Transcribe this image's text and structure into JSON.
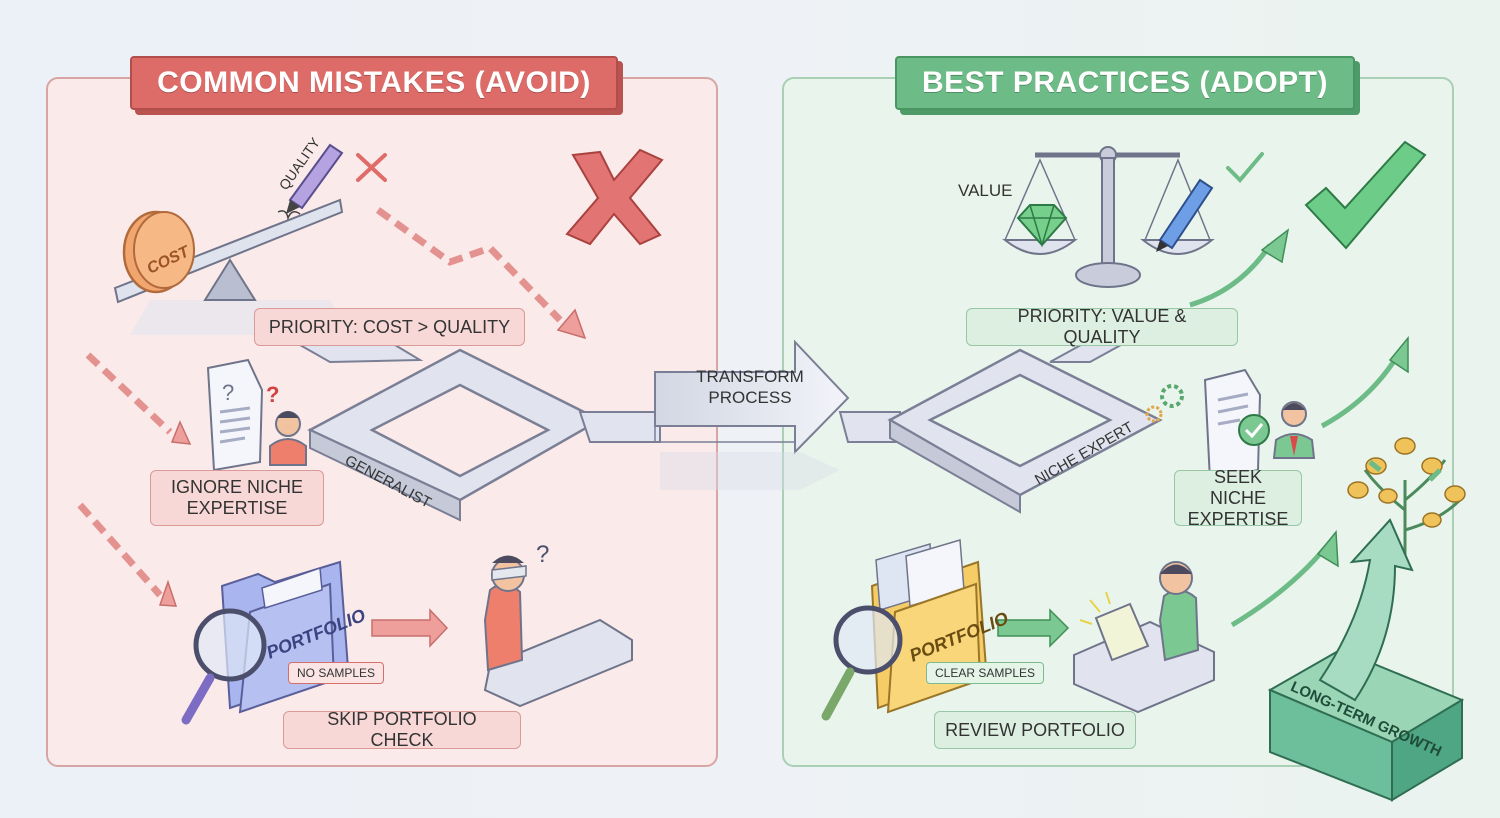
{
  "left_panel": {
    "title": "COMMON MISTAKES (AVOID)",
    "coin_text": "COST",
    "pen_text": "QUALITY",
    "priority_label": "PRIORITY: COST > QUALITY",
    "ignore_label": "IGNORE NICHE EXPERTISE",
    "path_label": "GENERALIST",
    "folder_text": "PORTFOLIO",
    "samples_tag": "NO SAMPLES",
    "skip_label": "SKIP PORTFOLIO CHECK"
  },
  "center": {
    "transform_label": "TRANSFORM PROCESS"
  },
  "right_panel": {
    "title": "BEST PRACTICES (ADOPT)",
    "value_text": "VALUE",
    "priority_label": "PRIORITY: VALUE & QUALITY",
    "seek_label": "SEEK NICHE EXPERTISE",
    "path_label": "NICHE EXPERT",
    "folder_text": "PORTFOLIO",
    "samples_tag": "CLEAR SAMPLES",
    "review_label": "REVIEW PORTFOLIO",
    "growth_text": "LONG-TERM GROWTH"
  },
  "colors": {
    "mistake_red": "#dd6b68",
    "practice_green": "#6dbb86"
  },
  "icons": [
    "seesaw-icon",
    "pen-icon",
    "x-mark-icon",
    "dashed-arrow-icon",
    "document-question-icon",
    "confused-person-icon",
    "magnifier-icon",
    "folder-icon",
    "blindfolded-person-icon",
    "scale-icon",
    "gem-icon",
    "check-mark-icon",
    "gear-icon",
    "document-check-icon",
    "professional-person-icon",
    "person-laptop-icon",
    "growth-tree-icon",
    "growth-box-icon"
  ]
}
